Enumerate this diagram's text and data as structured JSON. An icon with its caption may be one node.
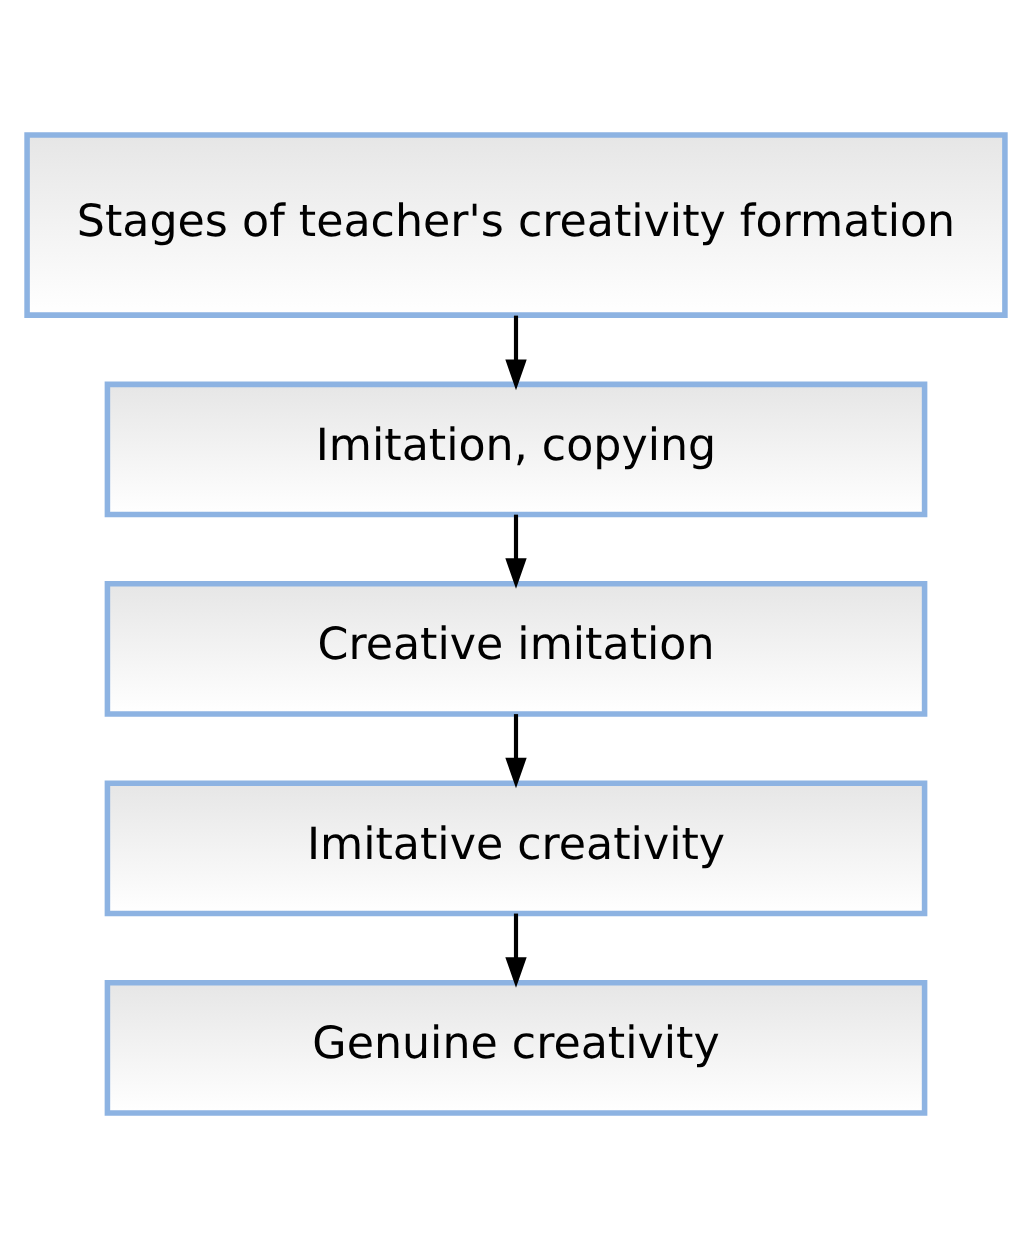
{
  "diagram": {
    "nodes": [
      {
        "text": [
          "Stages of teacher's creativity formation"
        ]
      },
      {
        "text": [
          "Imitation, copying"
        ]
      },
      {
        "text": [
          "Creative imitation"
        ]
      },
      {
        "text": [
          "Imitative creativity"
        ]
      },
      {
        "text": [
          "Genuine creativity"
        ]
      }
    ],
    "edges": [
      {
        "from": 0,
        "to": 1,
        "arrow": "to"
      },
      {
        "from": 1,
        "to": 2,
        "arrow": "to"
      },
      {
        "from": 2,
        "to": 3,
        "arrow": "to"
      },
      {
        "from": 3,
        "to": 4,
        "arrow": "to"
      }
    ]
  }
}
